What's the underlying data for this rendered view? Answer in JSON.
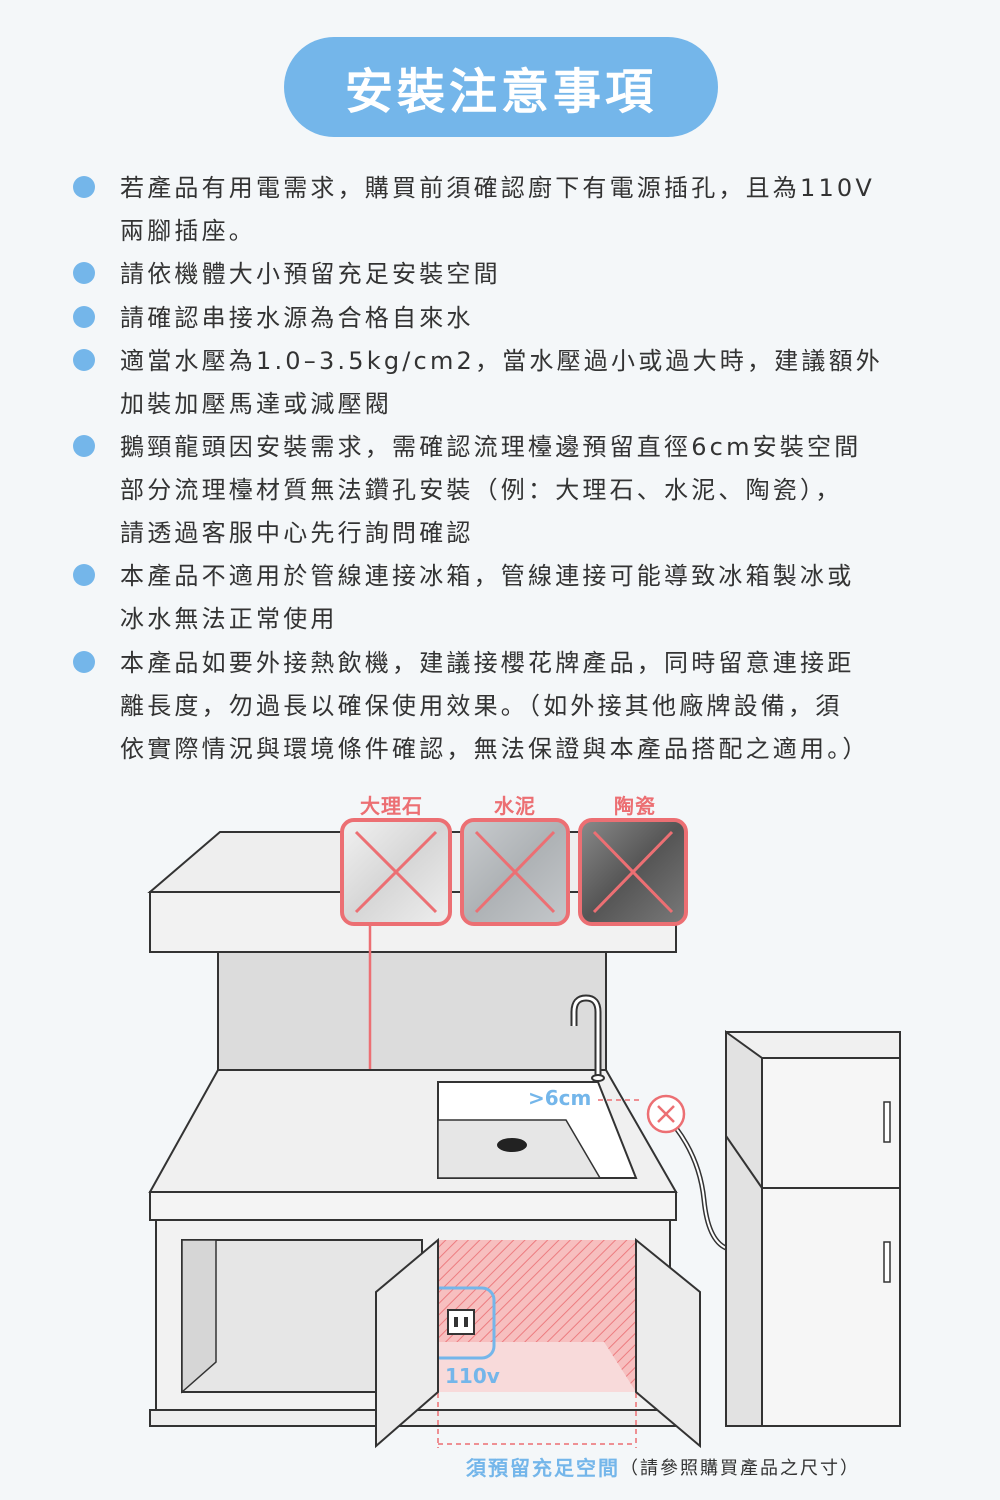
{
  "title": "安裝注意事項",
  "notes": [
    {
      "text": "若產品有用電需求，購買前須確認廚下有電源插孔，且為110V\n兩腳插座。"
    },
    {
      "text": "請依機體大小預留充足安裝空間"
    },
    {
      "text": "請確認串接水源為合格自來水"
    },
    {
      "text": "適當水壓為1.0–3.5kg/cm2，當水壓過小或過大時，建議額外\n加裝加壓馬達或減壓閥"
    },
    {
      "text": "鵝頸龍頭因安裝需求，需確認流理檯邊預留直徑6cm安裝空間\n部分流理檯材質無法鑽孔安裝（例：大理石、水泥、陶瓷），\n請透過客服中心先行詢問確認"
    },
    {
      "text": "本產品不適用於管線連接冰箱，管線連接可能導致冰箱製冰或\n冰水無法正常使用"
    },
    {
      "text": "本產品如要外接熱飲機，建議接櫻花牌產品，同時留意連接距\n離長度，勿過長以確保使用效果。（如外接其他廠牌設備，須\n依實際情況與環境條件確認，無法保證與本產品搭配之適用。）"
    }
  ],
  "diagram": {
    "materials": [
      "大理石",
      "水泥",
      "陶瓷"
    ],
    "faucet_gap": ">6cm",
    "outlet_voltage": "110v",
    "space_label": "須預留充足空間",
    "space_note": "（請參照購買產品之尺寸）",
    "colors": {
      "accent_blue": "#74b6ea",
      "warning_red": "#ec6f73"
    },
    "icons": [
      "cross-icon",
      "down-arrow-icon",
      "outlet-icon"
    ]
  }
}
